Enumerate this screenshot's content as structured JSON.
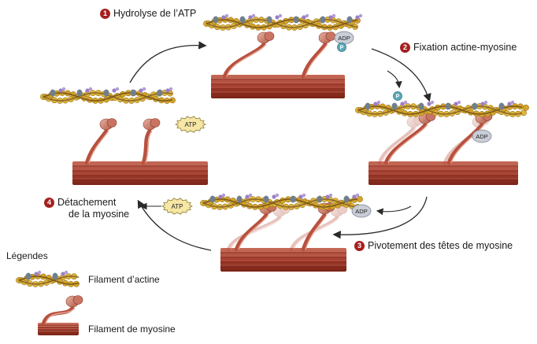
{
  "steps": [
    {
      "number": "1",
      "label": "Hydrolyse de l’ATP"
    },
    {
      "number": "2",
      "label": "Fixation actine-myosine"
    },
    {
      "number": "3",
      "label": "Pivotement des têtes de myosine"
    },
    {
      "number": "4",
      "label_line1": "Détachement",
      "label_line2": "de la myosine"
    }
  ],
  "molecules": {
    "atp": "ATP",
    "adp": "ADP",
    "phosphate": "P"
  },
  "legend": {
    "title": "Légendes",
    "actin": "Filament d’actine",
    "myosin": "Filament de myosine"
  },
  "colors": {
    "badge": "#a4201f",
    "myosin_dark": "#8c2e22",
    "myosin_mid": "#b44a3a",
    "myosin_light": "#d9998a",
    "actin_bead": "#e0b43a",
    "actin_strand": "#8a6a2a",
    "tropomyosin": "#6f7f8f",
    "troponin": "#9a7fc4",
    "atp_star": "#f6e7a6",
    "adp_oval": "#c9cdd6",
    "phosphate": "#5aa8b8",
    "arrow": "#2a2a2a"
  }
}
